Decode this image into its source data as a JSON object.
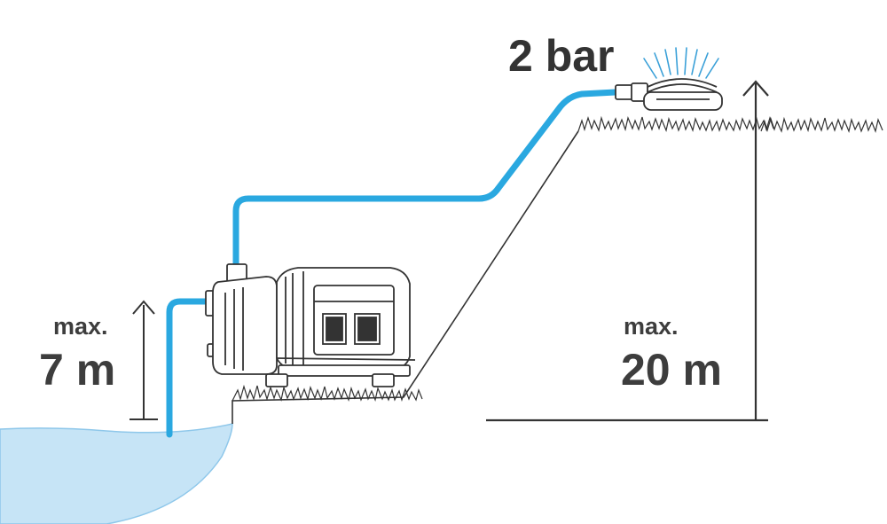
{
  "labels": {
    "pressure": "2 bar",
    "suction_prefix": "max.",
    "suction_value": "7 m",
    "delivery_prefix": "max.",
    "delivery_value": "20 m"
  },
  "icons": [
    "water-pool",
    "garden-pump-icon",
    "sprinkler-icon",
    "hose",
    "grass"
  ],
  "colors": {
    "hose": "#2aa8e0",
    "water": "#c6e4f6",
    "water_edge": "#8ec7ea",
    "spray": "#3aa0d8",
    "line": "#333333",
    "text": "#3d3d3d"
  }
}
